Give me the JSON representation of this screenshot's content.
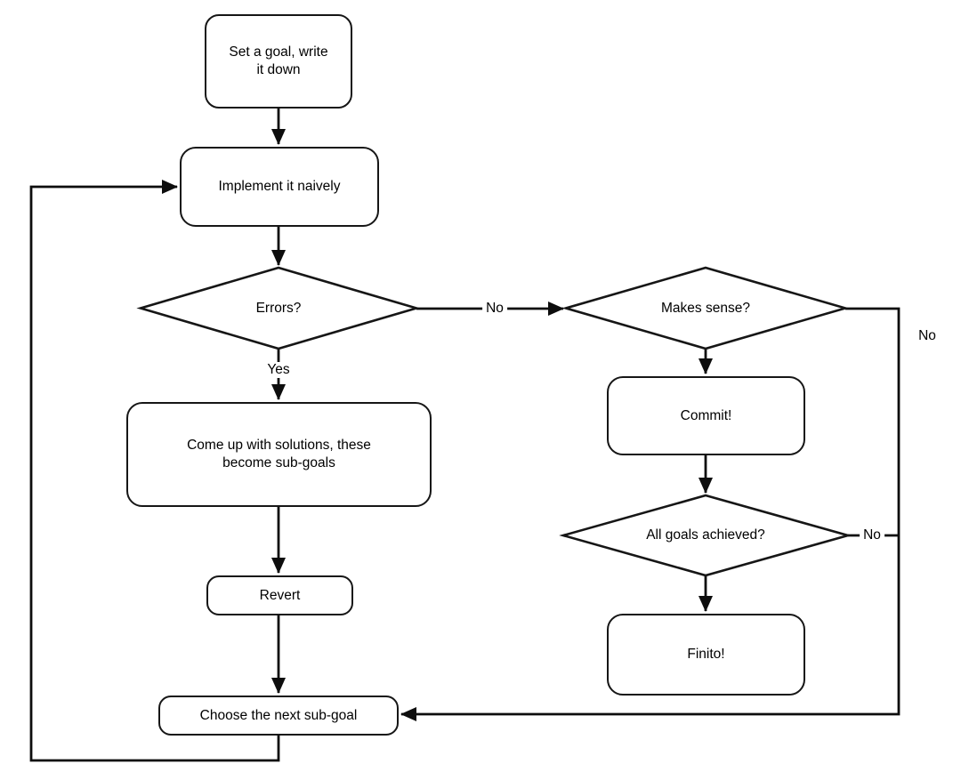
{
  "diagram": {
    "background_color": "#ffffff",
    "stroke_color": "#0d0d0d",
    "text_color": "#000000",
    "nodes": {
      "set_goal": {
        "shape": "rounded-rect",
        "lines": [
          "Set a goal, write",
          "it down"
        ]
      },
      "implement": {
        "shape": "rounded-rect",
        "label": "Implement it naively"
      },
      "errors": {
        "shape": "diamond",
        "label": "Errors?"
      },
      "solutions": {
        "shape": "rounded-rect",
        "lines": [
          "Come up with solutions, these",
          "become sub-goals"
        ]
      },
      "revert": {
        "shape": "rounded-rect",
        "label": "Revert"
      },
      "choose": {
        "shape": "rounded-rect",
        "label": "Choose the next sub-goal"
      },
      "makes_sense": {
        "shape": "diamond",
        "label": "Makes sense?"
      },
      "commit": {
        "shape": "rounded-rect",
        "label": "Commit!"
      },
      "all_goals": {
        "shape": "diamond",
        "label": "All goals achieved?"
      },
      "finito": {
        "shape": "rounded-rect",
        "label": "Finito!"
      }
    },
    "edge_labels": {
      "errors_yes": "Yes",
      "errors_no": "No",
      "makes_sense_no": "No",
      "all_goals_no": "No"
    },
    "edges": [
      {
        "from": "set_goal",
        "to": "implement"
      },
      {
        "from": "implement",
        "to": "errors"
      },
      {
        "from": "errors",
        "to": "solutions",
        "label": "Yes"
      },
      {
        "from": "errors",
        "to": "makes_sense",
        "label": "No"
      },
      {
        "from": "solutions",
        "to": "revert"
      },
      {
        "from": "revert",
        "to": "choose"
      },
      {
        "from": "makes_sense",
        "to": "commit"
      },
      {
        "from": "makes_sense",
        "to": "choose",
        "label": "No"
      },
      {
        "from": "commit",
        "to": "all_goals"
      },
      {
        "from": "all_goals",
        "to": "finito"
      },
      {
        "from": "all_goals",
        "to": "choose",
        "label": "No"
      },
      {
        "from": "choose",
        "to": "implement"
      }
    ]
  }
}
